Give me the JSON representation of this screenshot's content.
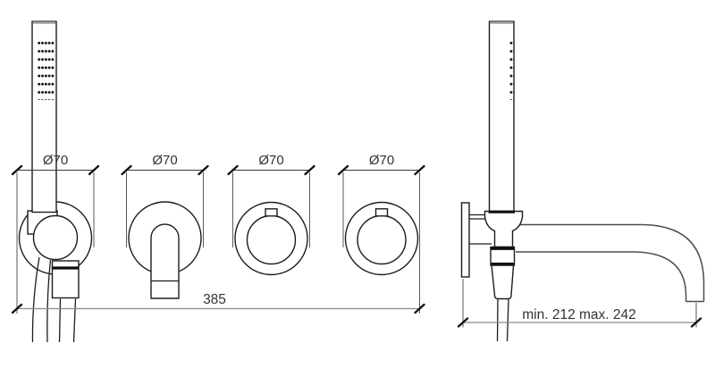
{
  "front_view": {
    "diameter_labels": [
      "Ø70",
      "Ø70",
      "Ø70",
      "Ø70"
    ],
    "total_width_label": "385"
  },
  "side_view": {
    "spout_depth_label": "min. 212 max. 242"
  },
  "colors": {
    "background": "#ffffff",
    "object_line": "#1c1c1c",
    "dimension_line": "#8a8a8a",
    "label_text": "#333333",
    "spout_line": "#4d4d4d"
  }
}
